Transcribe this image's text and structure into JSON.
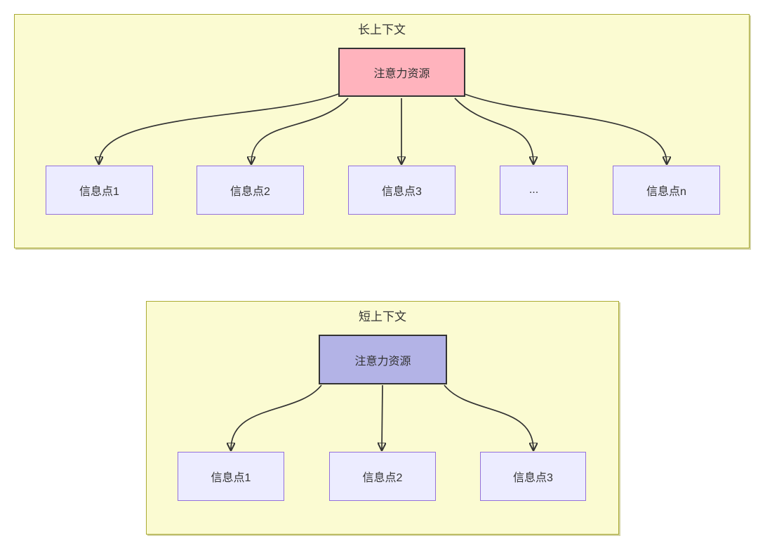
{
  "colors": {
    "page_background": "#ffffff",
    "container_fill": "#fbfbd2",
    "container_border": "#aaaa33",
    "info_node_fill": "#ececff",
    "info_node_border": "#9370db",
    "long_source_fill": "#ffb3bd",
    "short_source_fill": "#b3b3e6",
    "source_border": "#333333",
    "arrow": "#333333",
    "text": "#333333"
  },
  "long_context": {
    "title": "长上下文",
    "source_label": "注意力资源",
    "targets": [
      {
        "label": "信息点1"
      },
      {
        "label": "信息点2"
      },
      {
        "label": "信息点3"
      },
      {
        "label": "..."
      },
      {
        "label": "信息点n"
      }
    ]
  },
  "short_context": {
    "title": "短上下文",
    "source_label": "注意力资源",
    "targets": [
      {
        "label": "信息点1"
      },
      {
        "label": "信息点2"
      },
      {
        "label": "信息点3"
      }
    ]
  }
}
